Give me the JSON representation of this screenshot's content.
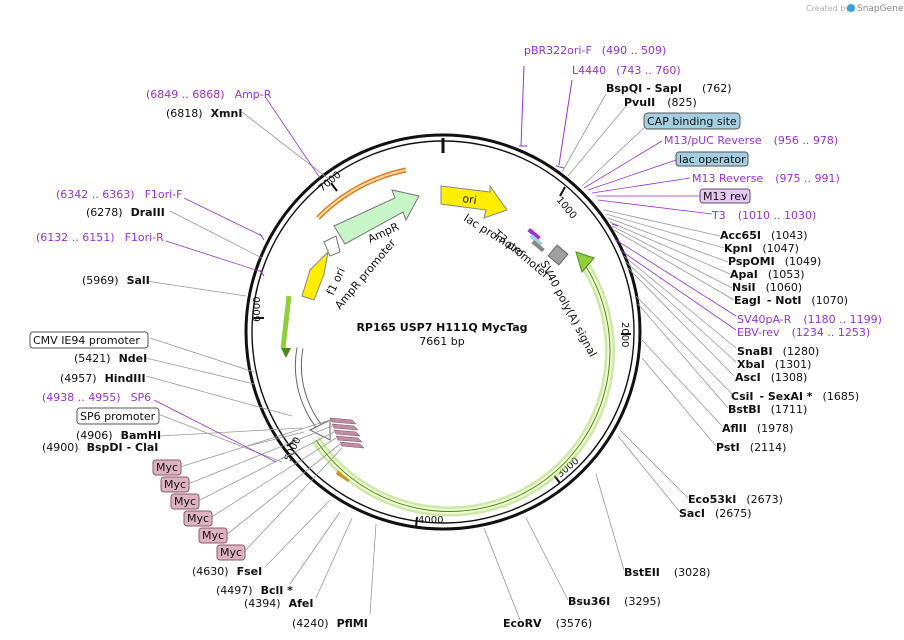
{
  "credit": {
    "prefix": "Created by",
    "brand": "SnapGene"
  },
  "plasmid": {
    "name": "RP165 USP7 H111Q MycTag",
    "length": "7661 bp"
  },
  "ticks": [
    "1000",
    "2000",
    "3000",
    "4000",
    "5000",
    "6000",
    "7000"
  ],
  "inner_features": {
    "ori": "ori",
    "lac_promoter": "lac promoter",
    "t3_promoter": "T3 promoter",
    "sv40": "SV40 poly(A) signal",
    "ampr": "AmpR",
    "ampr_promoter": "AmpR promoter",
    "f1_ori": "f1 ori"
  },
  "top_features": {
    "pbr322": {
      "name": "pBR322ori-F",
      "range": "(490 .. 509)"
    },
    "l4440": {
      "name": "L4440",
      "range": "(743 .. 760)"
    }
  },
  "right_sites": [
    {
      "name": "BspQI",
      "dash": "- SapI",
      "pos": "(762)"
    },
    {
      "name": "PvuII",
      "pos": "(825)"
    }
  ],
  "right_boxes": {
    "cap": "CAP binding site",
    "m13puc": {
      "name": "M13/pUC Reverse",
      "range": "(956 .. 978)"
    },
    "lacop": "lac operator",
    "m13rev": {
      "name": "M13 Reverse",
      "range": "(975 .. 991)"
    },
    "m13revbox": "M13 rev",
    "t3": {
      "name": "T3",
      "range": "(1010 .. 1030)"
    }
  },
  "right_sites2": [
    {
      "name": "Acc65I",
      "pos": "(1043)"
    },
    {
      "name": "KpnI",
      "pos": "(1047)"
    },
    {
      "name": "PspOMI",
      "pos": "(1049)"
    },
    {
      "name": "ApaI",
      "pos": "(1053)"
    },
    {
      "name": "NsiI",
      "pos": "(1060)"
    },
    {
      "name": "EagI",
      "dash": "- NotI",
      "pos": "(1070)"
    }
  ],
  "right_features2": {
    "sv40pa": {
      "name": "SV40pA-R",
      "range": "(1180 .. 1199)"
    },
    "ebv": {
      "name": "EBV-rev",
      "range": "(1234 .. 1253)"
    }
  },
  "right_sites3": [
    {
      "name": "SnaBI",
      "pos": "(1280)"
    },
    {
      "name": "XbaI",
      "pos": "(1301)"
    },
    {
      "name": "AscI",
      "pos": "(1308)"
    },
    {
      "name": "CsiI",
      "dash": "- SexAI *",
      "pos": "(1685)"
    },
    {
      "name": "BstBI",
      "pos": "(1711)"
    },
    {
      "name": "AflII",
      "pos": "(1978)"
    },
    {
      "name": "PstI",
      "pos": "(2114)"
    },
    {
      "name": "Eco53kI",
      "pos": "(2673)"
    },
    {
      "name": "SacI",
      "pos": "(2675)"
    },
    {
      "name": "BstEII",
      "pos": "(3028)"
    },
    {
      "name": "Bsu36I",
      "pos": "(3295)"
    },
    {
      "name": "EcoRV",
      "pos": "(3576)"
    }
  ],
  "bottom_sites": [
    {
      "name": "PflMI",
      "pos": "(4240)"
    },
    {
      "name": "AfeI",
      "pos": "(4394)"
    },
    {
      "name": "BclI *",
      "pos": "(4497)"
    },
    {
      "name": "FseI",
      "pos": "(4630)"
    }
  ],
  "myc": [
    "Myc",
    "Myc",
    "Myc",
    "Myc",
    "Myc",
    "Myc"
  ],
  "left_sites": [
    {
      "name": "BspDI",
      "dash": "- ClaI",
      "pos": "(4900)"
    },
    {
      "name": "BamHI",
      "pos": "(4906)"
    },
    {
      "name": "HindIII",
      "pos": "(4957)"
    },
    {
      "name": "NdeI",
      "pos": "(5421)"
    },
    {
      "name": "SalI",
      "pos": "(5969)"
    },
    {
      "name": "DraIII",
      "pos": "(6278)"
    },
    {
      "name": "XmnI",
      "pos": "(6818)"
    }
  ],
  "left_boxes": {
    "sp6": "SP6 promoter",
    "cmv": "CMV IE94 promoter"
  },
  "left_features": {
    "sp6": {
      "name": "SP6",
      "range": "(4938 .. 4955)"
    },
    "f1ori_r": {
      "name": "F1ori-R",
      "range": "(6132 .. 6151)"
    },
    "f1ori_f": {
      "name": "F1ori-F",
      "range": "(6342 .. 6363)"
    },
    "ampr": {
      "name": "Amp-R",
      "range": "(6849 .. 6868)"
    }
  },
  "colors": {
    "feature_purple": "#9b30d9",
    "ori_yellow": "#ffee00",
    "ampr_green": "#c8f5c8",
    "insert_green": "#8fcf3a",
    "orange": "#e07c1a",
    "cap_blue": "#a3cfe0",
    "m13_box": "#e6c8f5",
    "myc_pink": "#ddb3c1"
  }
}
